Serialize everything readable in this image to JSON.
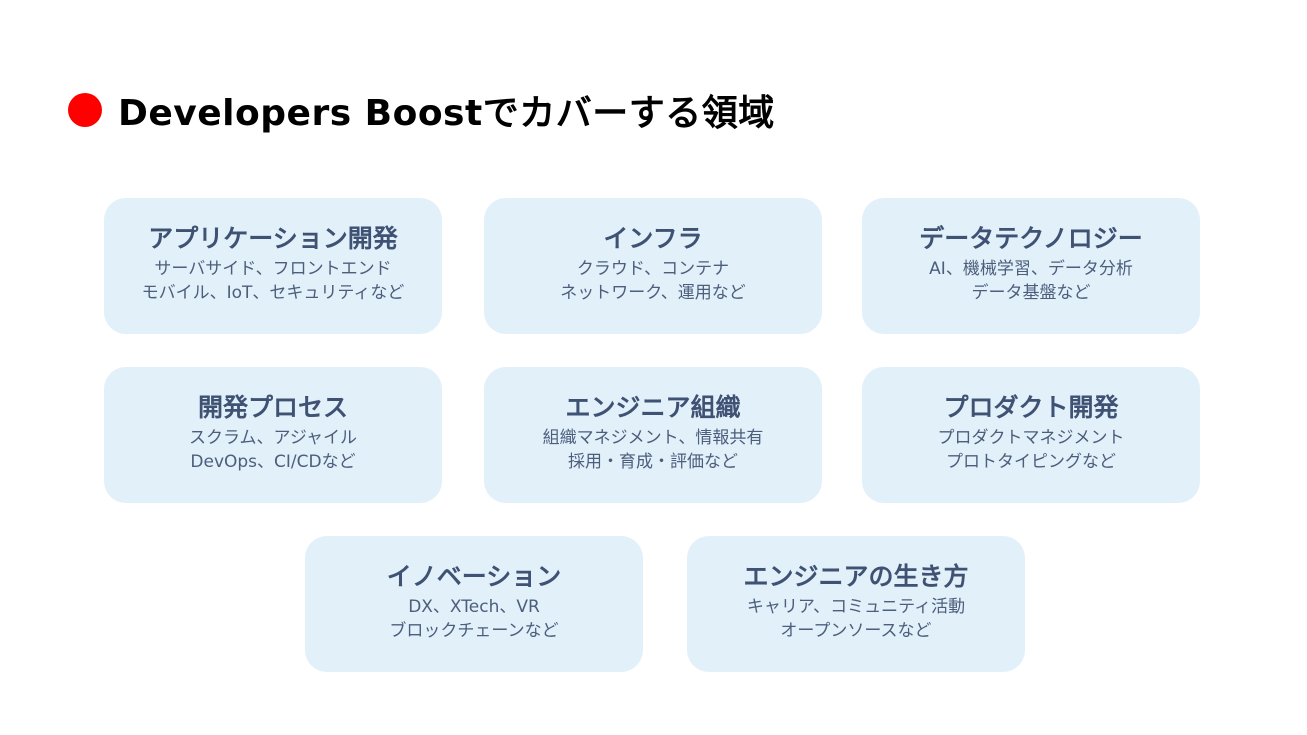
{
  "title": "Developers Boostでカバーする領域",
  "colors": {
    "bullet": "#ff0000",
    "card_background": "#e2f0fa",
    "card_title": "#3f5273",
    "card_text": "#4c5e7c"
  },
  "cards": [
    {
      "title": "アプリケーション開発",
      "lines": [
        "サーバサイド、フロントエンド",
        "モバイル、IoT、セキュリティなど"
      ]
    },
    {
      "title": "インフラ",
      "lines": [
        "クラウド、コンテナ",
        "ネットワーク、運用など"
      ]
    },
    {
      "title": "データテクノロジー",
      "lines": [
        "AI、機械学習、データ分析",
        "データ基盤など"
      ]
    },
    {
      "title": "開発プロセス",
      "lines": [
        "スクラム、アジャイル",
        "DevOps、CI/CDなど"
      ]
    },
    {
      "title": "エンジニア組織",
      "lines": [
        "組織マネジメント、情報共有",
        "採用・育成・評価など"
      ]
    },
    {
      "title": "プロダクト開発",
      "lines": [
        "プロダクトマネジメント",
        "プロトタイピングなど"
      ]
    },
    {
      "title": "イノベーション",
      "lines": [
        "DX、XTech、VR",
        "ブロックチェーンなど"
      ]
    },
    {
      "title": "エンジニアの生き方",
      "lines": [
        "キャリア、コミュニティ活動",
        "オープンソースなど"
      ]
    }
  ]
}
